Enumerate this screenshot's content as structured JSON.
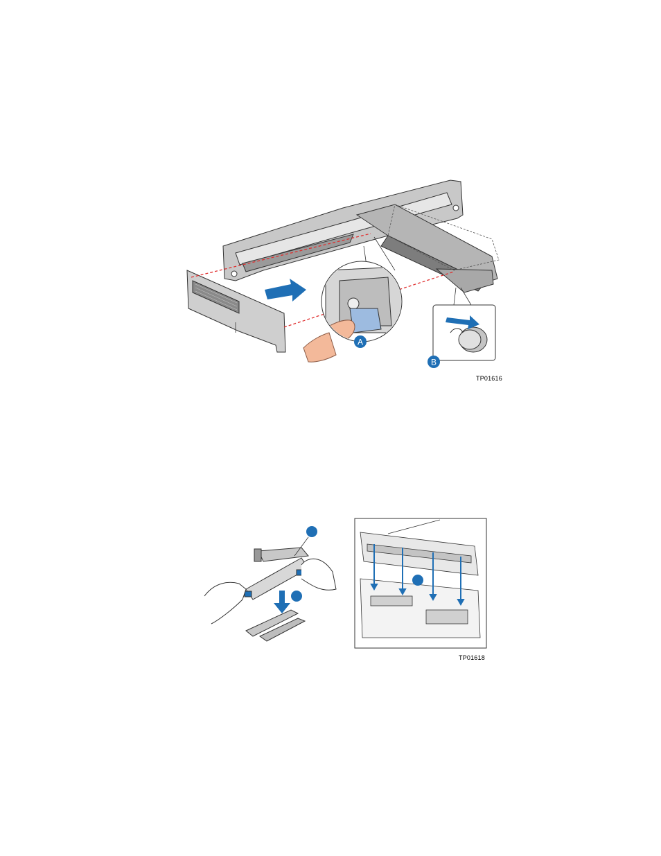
{
  "figures": [
    {
      "id": "TP01616",
      "callouts": [
        "A",
        "B"
      ]
    },
    {
      "id": "TP01618",
      "callouts": [
        "",
        "",
        ""
      ]
    }
  ],
  "colors": {
    "callout_blue": "#1f6fb5",
    "arrow_blue": "#1f6fb5",
    "latch_blue": "#9dbbe0",
    "guide_red": "#e03030",
    "metal_gray": "#bfbfbf",
    "metal_light": "#dcdcdc",
    "skin": "#f3b99a"
  },
  "icons": [
    "insert-arrow-icon",
    "press-tab-icon",
    "rotate-knob-icon",
    "down-arrow-icon"
  ]
}
